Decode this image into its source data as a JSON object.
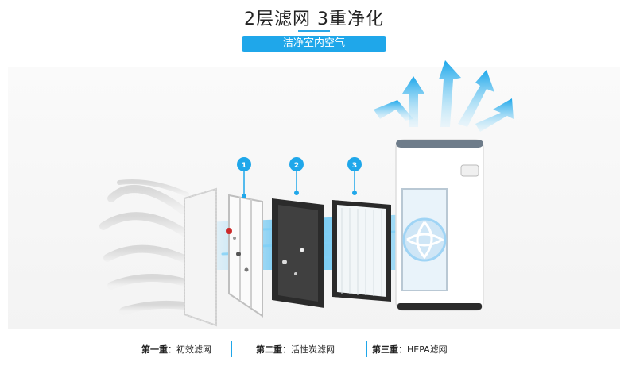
{
  "header": {
    "title": "2层滤网 3重净化",
    "subtitle": "洁净室内空气"
  },
  "badges": [
    "1",
    "2",
    "3"
  ],
  "captions": [
    {
      "label": "第一重",
      "sep": "：",
      "text": "初效滤网"
    },
    {
      "label": "第二重",
      "sep": "：",
      "text": "活性炭滤网"
    },
    {
      "label": "第三重",
      "sep": "：",
      "text": "HEPA滤网"
    }
  ],
  "colors": {
    "accent": "#1fa7ea",
    "title": "#222222"
  }
}
